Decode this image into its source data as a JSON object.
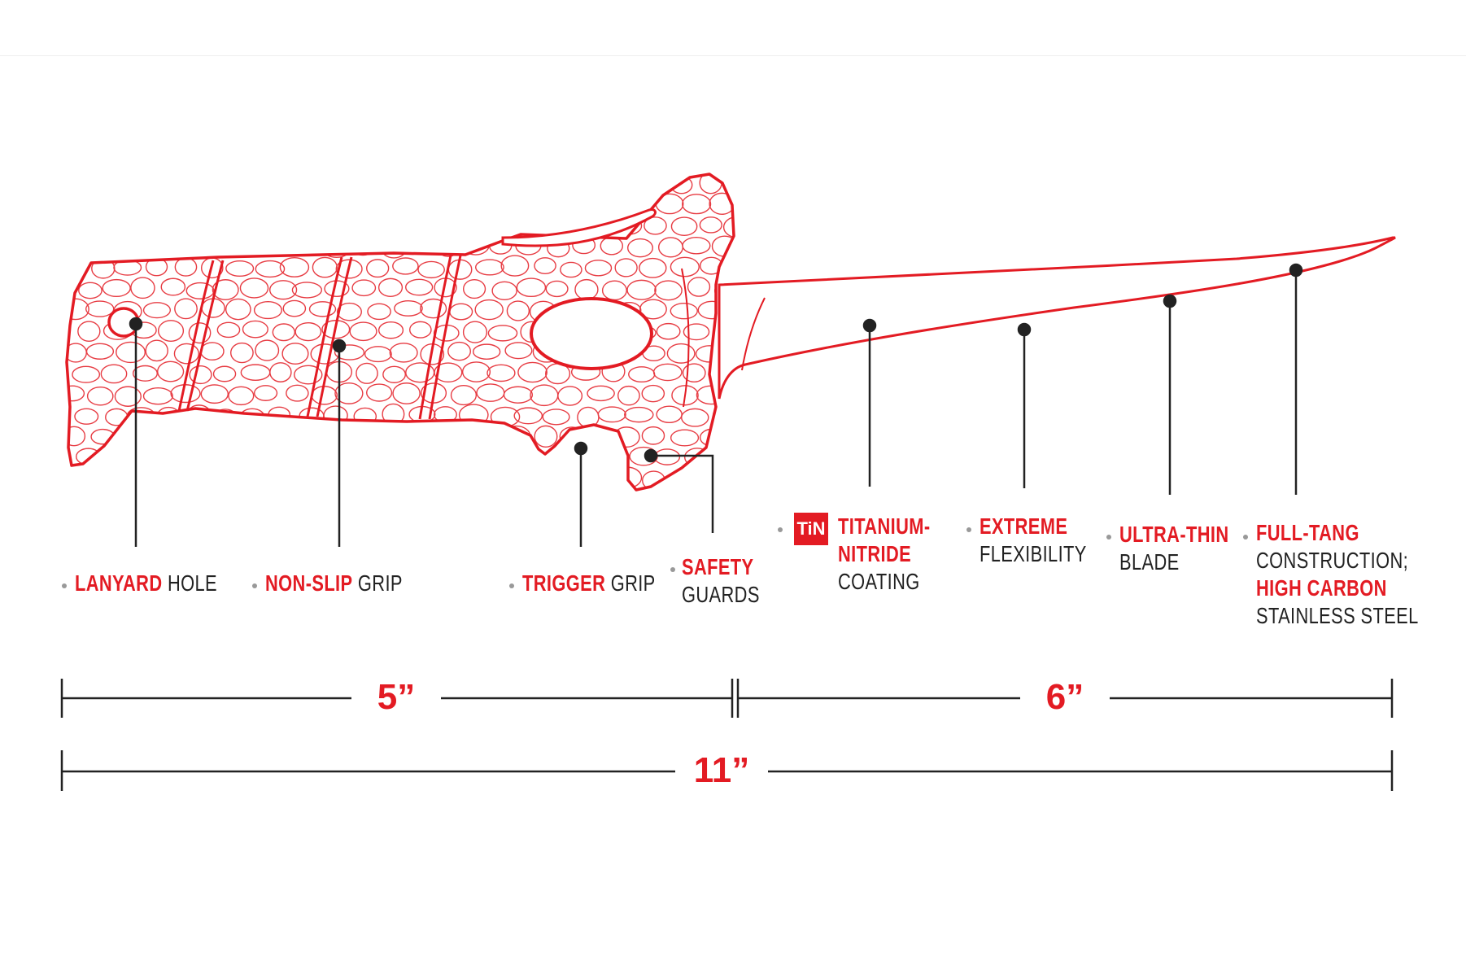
{
  "colors": {
    "accent": "#e31b23",
    "line": "#222222",
    "bullet": "#999999"
  },
  "callouts": [
    {
      "id": "lanyard-hole",
      "red": "LANYARD",
      "dark": "HOLE"
    },
    {
      "id": "non-slip-grip",
      "red": "NON-SLIP",
      "dark": "GRIP"
    },
    {
      "id": "trigger-grip",
      "red": "TRIGGER",
      "dark": "GRIP"
    },
    {
      "id": "safety-guards",
      "red": "SAFETY",
      "dark": "GUARDS"
    },
    {
      "id": "titanium-nitride",
      "red1": "TITANIUM-",
      "red2": "NITRIDE",
      "dark": "COATING",
      "badge": "TiN"
    },
    {
      "id": "extreme-flexibility",
      "red": "EXTREME",
      "dark": "FLEXIBILITY"
    },
    {
      "id": "ultra-thin-blade",
      "red": "ULTRA-THIN",
      "dark": "BLADE"
    },
    {
      "id": "full-tang",
      "red1": "FULL-TANG",
      "dark1": "CONSTRUCTION;",
      "red2": "HIGH CARBON",
      "dark2": "STAINLESS STEEL"
    }
  ],
  "dimensions": {
    "handle": "5”",
    "blade": "6”",
    "total": "11”"
  }
}
